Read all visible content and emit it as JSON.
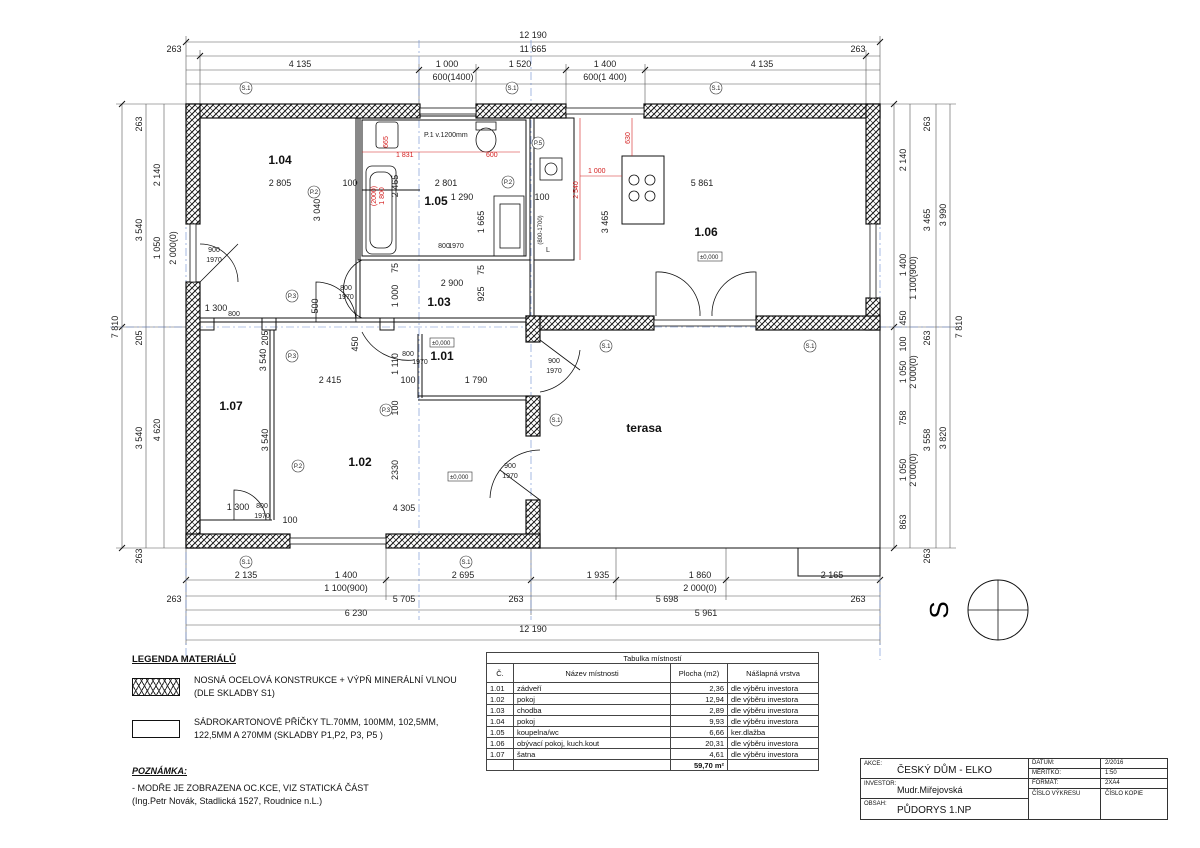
{
  "drawing": {
    "overall_width": "12 190",
    "top_dims_row1": [
      "263",
      "11 665",
      "263"
    ],
    "top_dims_row2": [
      "4 135",
      "1 000",
      "1 520",
      "1 400",
      "4 135"
    ],
    "top_dims_row3": [
      "600(1400)",
      "600(1 400)"
    ],
    "left_dims_outer": [
      "263",
      "7 810",
      "263"
    ],
    "left_dims_mid": [
      "3 540",
      "205",
      "3 540"
    ],
    "left_dims_inner": [
      "2 140",
      "1 050",
      "2 000(0)",
      "4 620",
      "3 040",
      "3 540"
    ],
    "right_dims_outer": [
      "7 810",
      "3 990",
      "3 820"
    ],
    "right_dims_mid": [
      "263",
      "3 465",
      "450",
      "263",
      "3 558",
      "263"
    ],
    "right_dims_inner": [
      "2 140",
      "1 400",
      "1 100(900)",
      "100",
      "1 050",
      "2 000(0)",
      "758",
      "1 050",
      "2 000(0)",
      "863"
    ],
    "bottom_dims_row1": [
      "2 135",
      "1 400",
      "2 695",
      "1 935",
      "1 860",
      "2 165"
    ],
    "bottom_dims_row2": [
      "1 100(900)",
      "2 000(0)"
    ],
    "bottom_dims_row3": [
      "263",
      "5 705",
      "263",
      "5 698",
      "263"
    ],
    "bottom_dims_row4": [
      "6 230",
      "5 961"
    ],
    "bottom_overall": "12 190",
    "inner_dims": [
      "2 805",
      "100",
      "2 801",
      "1 290",
      "100",
      "5 861",
      "2 465",
      "1 665",
      "3 465",
      "2 900",
      "1 000",
      "925",
      "75",
      "75",
      "500",
      "2 415",
      "100",
      "1 790",
      "1 110",
      "450",
      "205",
      "100",
      "2330",
      "4 305",
      "100",
      "1 300",
      "1 300",
      "3 540"
    ],
    "red_dims": [
      "1 831",
      "600",
      "665",
      "(2000)",
      "1 800",
      "1 000",
      "2 540",
      "630"
    ],
    "openings": [
      {
        "w": "900",
        "h": "1970"
      },
      {
        "w": "800",
        "h": "1970"
      },
      {
        "w": "800",
        "h": "1970"
      },
      {
        "w": "800",
        "h": "1970"
      },
      {
        "w": "900",
        "h": "1970"
      },
      {
        "w": "900",
        "h": "1970"
      },
      {
        "w": "800",
        "h": "1970"
      },
      {
        "w": "800",
        "h": "1970"
      }
    ],
    "rooms": [
      {
        "id": "1.04"
      },
      {
        "id": "1.05"
      },
      {
        "id": "1.06"
      },
      {
        "id": "1.03"
      },
      {
        "id": "1.01"
      },
      {
        "id": "1.07"
      },
      {
        "id": "1.02"
      },
      {
        "id": "terasa"
      }
    ],
    "levels": [
      "±0,000",
      "±0,000",
      "±0,000",
      "±0,000"
    ],
    "wall_tags": [
      "S.1",
      "S.1",
      "S.1",
      "S.1",
      "S.1",
      "S.1",
      "S.1",
      "S.1",
      "P.2",
      "P.2",
      "P.2",
      "P.3",
      "P.3",
      "P.3",
      "P.5"
    ],
    "fixture_labels": [
      "P.1 v.1200mm",
      "(800-1700)",
      "L"
    ],
    "north_label": "S"
  },
  "legend": {
    "title": "LEGENDA MATERIÁLŮ",
    "item1_line1": "NOSNÁ OCELOVÁ KONSTRUKCE + VÝPŇ MINERÁLNÍ VLNOU",
    "item1_line2": "(DLE SKLADBY S1)",
    "item2_line1": "SÁDROKARTONOVÉ PŘÍČKY TL.70MM, 100MM, 102,5MM,",
    "item2_line2": "122,5MM A 270MM  (SKLADBY P1,P2, P3, P5 )",
    "note_title": "POZNÁMKA:",
    "note_line1": "- MODŘE JE ZOBRAZENA OC.KCE, VIZ STATICKÁ ČÁST",
    "note_line2": "(Ing.Petr Novák, Stadlická 1527, Roudnice n.L.)"
  },
  "room_table": {
    "caption": "Tabulka místností",
    "headers": [
      "Č.",
      "Název místnosti",
      "Plocha (m2)",
      "Nášlapná vrstva"
    ],
    "rows": [
      [
        "1.01",
        "zádveří",
        "2,36",
        "dle výběru investora"
      ],
      [
        "1.02",
        "pokoj",
        "12,94",
        "dle výběru investora"
      ],
      [
        "1.03",
        "chodba",
        "2,89",
        "dle výběru investora"
      ],
      [
        "1.04",
        "pokoj",
        "9,93",
        "dle výběru investora"
      ],
      [
        "1.05",
        "koupelna/wc",
        "6,66",
        "ker.dlažba"
      ],
      [
        "1.06",
        "obývací pokoj, kuch.kout",
        "20,31",
        "dle výběru investora"
      ],
      [
        "1.07",
        "šatna",
        "4,61",
        "dle výběru investora"
      ]
    ],
    "total": "59,70 m²"
  },
  "title_block": {
    "akce_label": "AKCE:",
    "akce_value": "ČESKÝ DŮM - ELKO",
    "investor_label": "INVESTOR:",
    "investor_value": "Mudr.Miřejovská",
    "obsah_label": "OBSAH:",
    "obsah_value": "PŮDORYS 1.NP",
    "datum_label": "DATUM:",
    "datum_value": "2/2016",
    "meritko_label": "MĚŘÍTKO:",
    "meritko_value": "1:50",
    "format_label": "FORMÁT:",
    "format_value": "2XA4",
    "cislo_vykresu_label": "ČÍSLO VÝKRESU",
    "cislo_kopie_label": "ČÍSLO KOPIE"
  }
}
